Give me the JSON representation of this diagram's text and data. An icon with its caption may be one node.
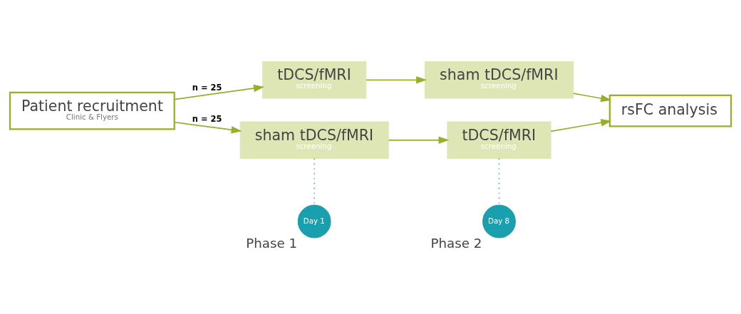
{
  "diagram": {
    "nodes": [
      {
        "text": [
          "Patient recruitment",
          "Clinic & Flyers"
        ]
      },
      {
        "text": [
          "tDCS/fMRI",
          "screening"
        ]
      },
      {
        "text": [
          "sham tDCS/fMRI",
          "screening"
        ]
      },
      {
        "text": [
          "sham tDCS/fMRI",
          "screening"
        ]
      },
      {
        "text": [
          "tDCS/fMRI",
          "screening"
        ]
      },
      {
        "text": [
          "rsFC analysis"
        ]
      },
      {
        "text": [
          "Day 1"
        ],
        "beside": [
          "Phase 1"
        ]
      },
      {
        "text": [
          "Day 8"
        ],
        "beside": [
          "Phase 2"
        ]
      }
    ],
    "edges": [
      {
        "from": 0,
        "to": 1,
        "arrow": "to",
        "label": "n = 25"
      },
      {
        "from": 0,
        "to": 2,
        "arrow": "to",
        "label": "n = 25"
      },
      {
        "from": 1,
        "to": 3,
        "arrow": "to"
      },
      {
        "from": 2,
        "to": 4,
        "arrow": "to"
      },
      {
        "from": 3,
        "to": 5,
        "arrow": "to"
      },
      {
        "from": 4,
        "to": 5,
        "arrow": "to"
      },
      {
        "from": 2,
        "to": 6,
        "arrow": "none",
        "style": "dashed",
        "color": "#1a9fae"
      },
      {
        "from": 4,
        "to": 7,
        "arrow": "none",
        "style": "dashed",
        "color": "#1a9fae"
      }
    ]
  }
}
